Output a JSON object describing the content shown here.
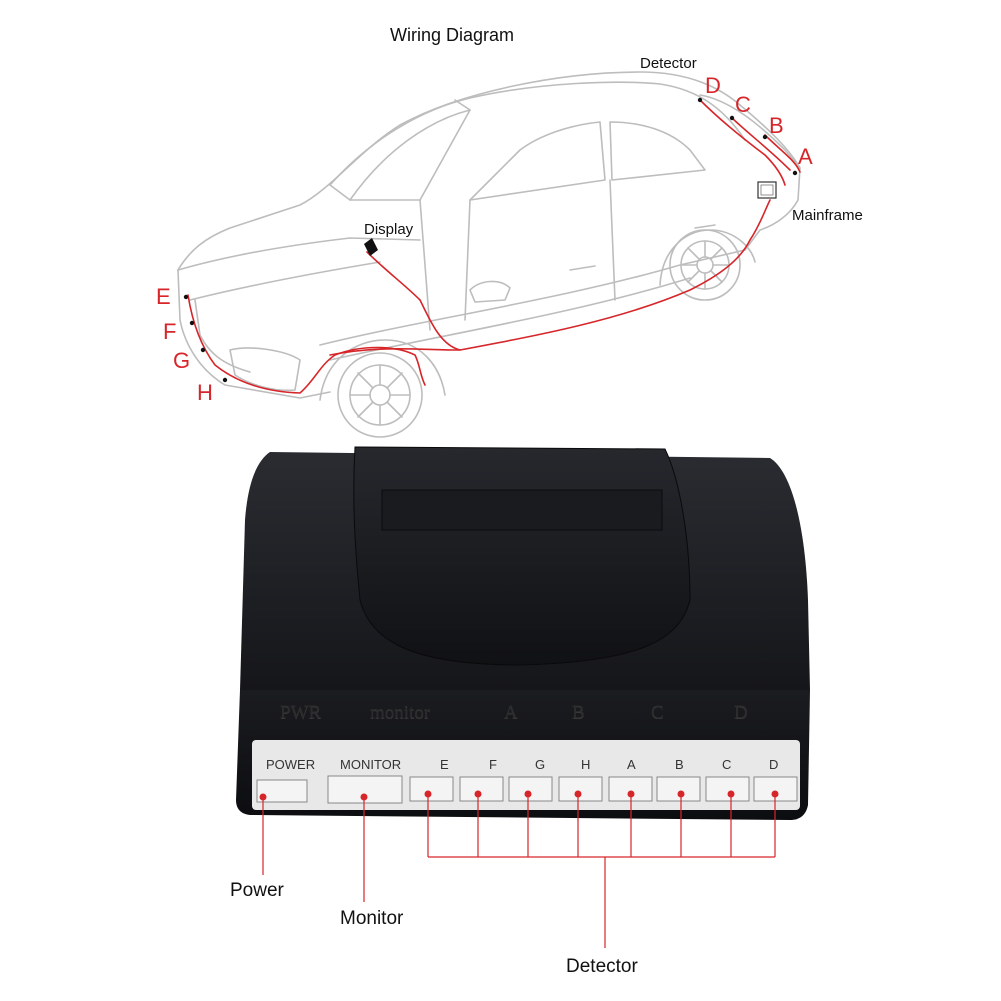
{
  "diagram": {
    "title": "Wiring Diagram",
    "car_labels": {
      "detector": "Detector",
      "display": "Display",
      "mainframe": "Mainframe"
    },
    "rear_sensors": [
      "D",
      "C",
      "B",
      "A"
    ],
    "front_sensors": [
      "E",
      "F",
      "G",
      "H"
    ]
  },
  "device": {
    "embossed_labels": [
      "PWR",
      "monitor",
      "A",
      "B",
      "C",
      "D"
    ],
    "ports": [
      {
        "id": "power",
        "label": "POWER"
      },
      {
        "id": "monitor",
        "label": "MONITOR"
      },
      {
        "id": "e",
        "label": "E"
      },
      {
        "id": "f",
        "label": "F"
      },
      {
        "id": "g",
        "label": "G"
      },
      {
        "id": "h",
        "label": "H"
      },
      {
        "id": "a",
        "label": "A"
      },
      {
        "id": "b",
        "label": "B"
      },
      {
        "id": "c",
        "label": "C"
      },
      {
        "id": "d",
        "label": "D"
      }
    ]
  },
  "callouts": {
    "power": "Power",
    "monitor": "Monitor",
    "detector": "Detector"
  },
  "colors": {
    "wire": "#d6262a",
    "car_outline": "#b9b9b9",
    "device_body": "#1c1d21",
    "connector": "#ececec"
  }
}
